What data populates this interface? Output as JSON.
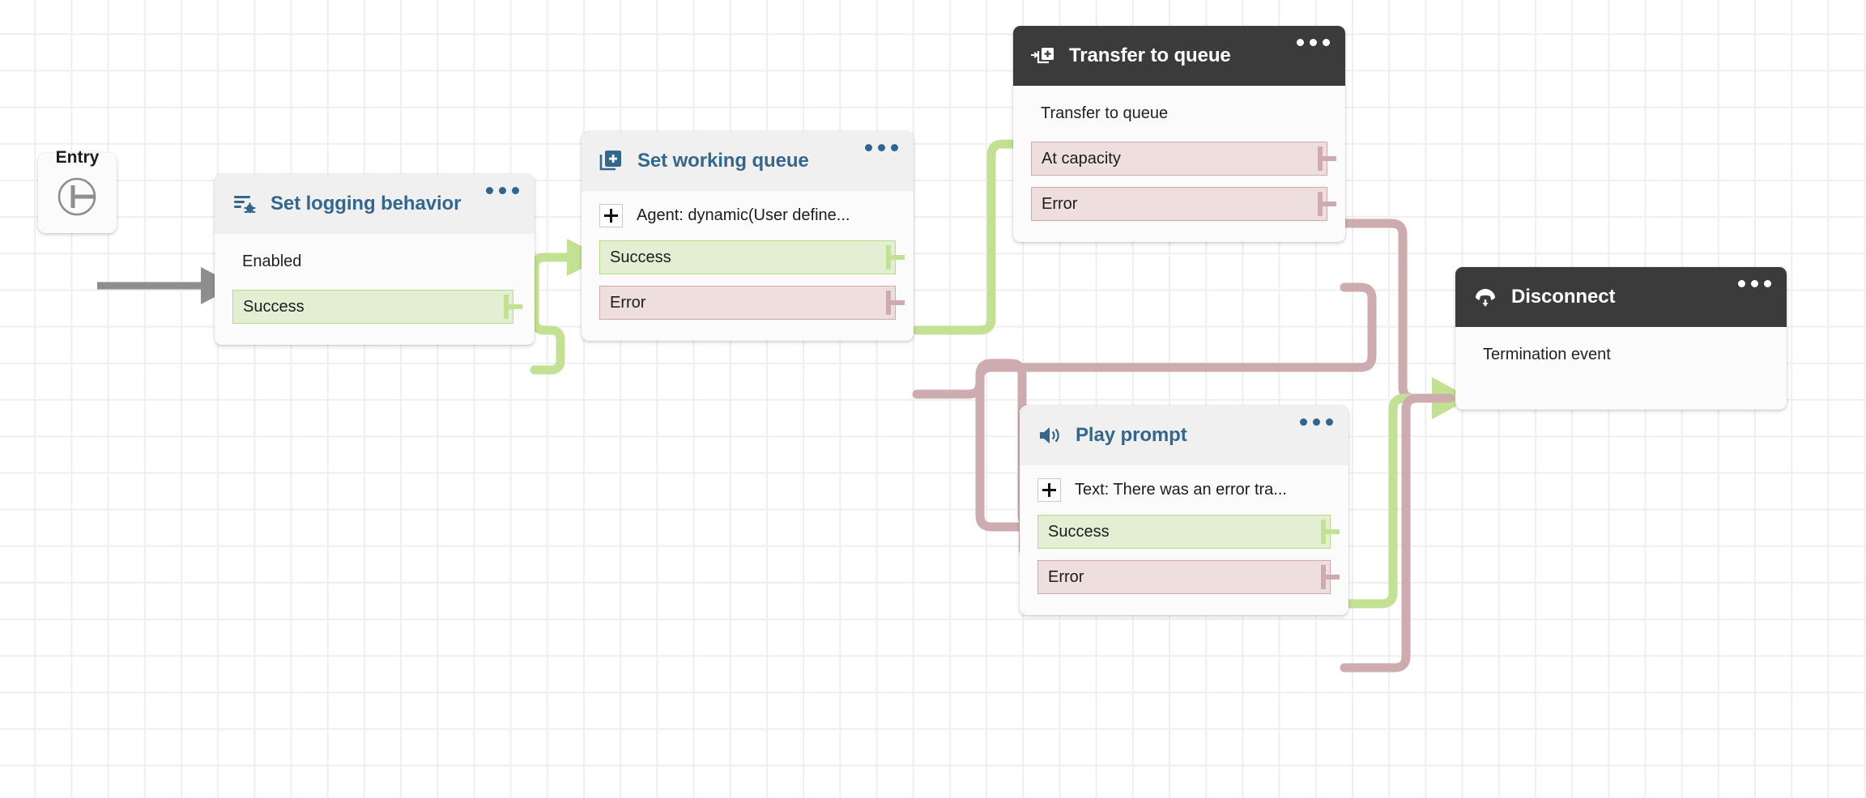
{
  "canvas": {
    "background": "#ffffff",
    "grid_color": "#efefef",
    "grid_size": 45
  },
  "palette": {
    "node_body": "#fbfbfb",
    "node_header_light": "#f0f0f0",
    "node_header_dark": "#3b3b3b",
    "title_blue": "#34678d",
    "title_white": "#ffffff",
    "success_fill": "#e2efd3",
    "success_border": "#b8da86",
    "success_wire": "#c3e193",
    "error_fill": "#efdede",
    "error_border": "#d4a7ab",
    "error_wire": "#ceabaf",
    "entry_wire": "#8e8e8e"
  },
  "entry": {
    "label": "Entry",
    "icon": "entry-circle-icon"
  },
  "nodes": [
    {
      "id": "set-logging-behavior",
      "title": "Set logging behavior",
      "icon": "logging-bug-icon",
      "header_style": "light",
      "menu_icon": "more-options-icon",
      "param": {
        "label": "Enabled",
        "type": "plain"
      },
      "ports": [
        {
          "label": "Success",
          "type": "success"
        }
      ]
    },
    {
      "id": "set-working-queue",
      "title": "Set working queue",
      "icon": "queue-add-icon",
      "header_style": "light",
      "menu_icon": "more-options-icon",
      "param": {
        "label": "Agent: dynamic(User define...",
        "type": "plus"
      },
      "ports": [
        {
          "label": "Success",
          "type": "success"
        },
        {
          "label": "Error",
          "type": "error"
        }
      ]
    },
    {
      "id": "transfer-to-queue",
      "title": "Transfer to queue",
      "icon": "transfer-queue-icon",
      "header_style": "dark",
      "menu_icon": "more-options-icon",
      "param": {
        "label": "Transfer to queue",
        "type": "plain"
      },
      "ports": [
        {
          "label": "At capacity",
          "type": "error"
        },
        {
          "label": "Error",
          "type": "error"
        }
      ]
    },
    {
      "id": "play-prompt",
      "title": "Play prompt",
      "icon": "speaker-icon",
      "header_style": "light",
      "menu_icon": "more-options-icon",
      "param": {
        "label": "Text: There was an error tra...",
        "type": "plus"
      },
      "ports": [
        {
          "label": "Success",
          "type": "success"
        },
        {
          "label": "Error",
          "type": "error"
        }
      ]
    },
    {
      "id": "disconnect",
      "title": "Disconnect",
      "icon": "phone-hangup-icon",
      "header_style": "dark",
      "menu_icon": "more-options-icon",
      "param": {
        "label": "Termination event",
        "type": "plain"
      },
      "ports": []
    }
  ],
  "connections": [
    {
      "from": "entry",
      "to": "set-logging-behavior",
      "color": "#8e8e8e"
    },
    {
      "from": "set-logging-behavior.Success",
      "to": "set-working-queue",
      "color": "#c3e193"
    },
    {
      "from": "set-working-queue.Success",
      "to": "transfer-to-queue",
      "color": "#c3e193"
    },
    {
      "from": "set-working-queue.Error",
      "to": "play-prompt",
      "color": "#ceabaf"
    },
    {
      "from": "transfer-to-queue.At capacity",
      "to": "disconnect",
      "color": "#ceabaf"
    },
    {
      "from": "transfer-to-queue.Error",
      "to": "play-prompt",
      "color": "#ceabaf"
    },
    {
      "from": "play-prompt.Success",
      "to": "disconnect",
      "color": "#c3e193"
    },
    {
      "from": "play-prompt.Error",
      "to": "disconnect",
      "color": "#ceabaf"
    }
  ]
}
